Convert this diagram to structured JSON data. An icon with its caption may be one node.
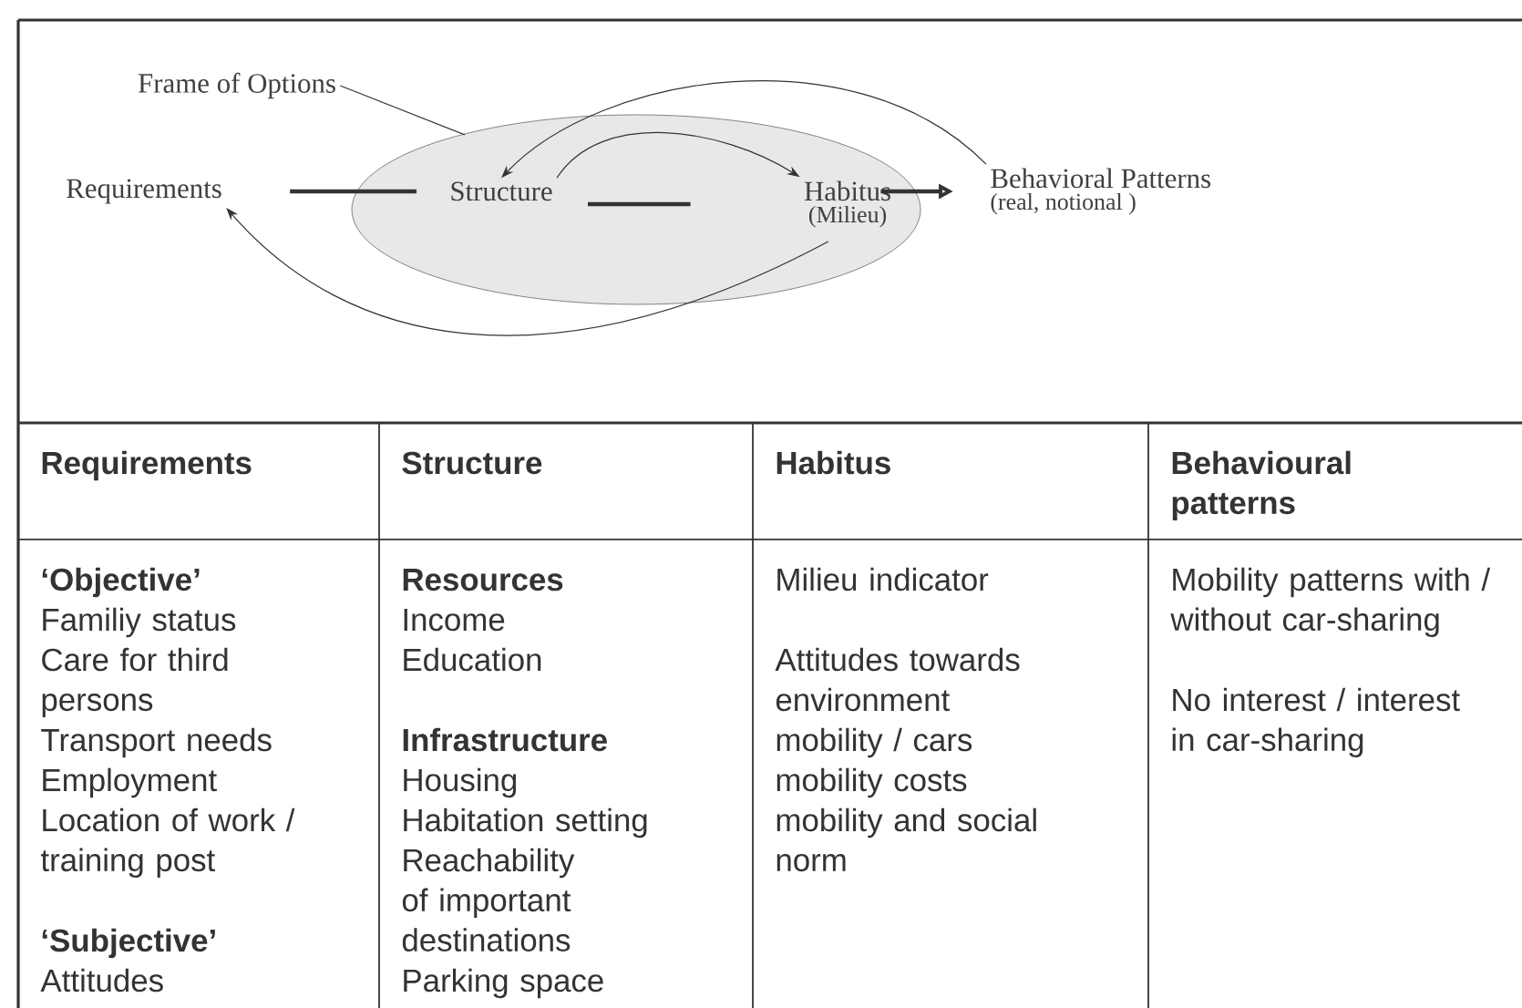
{
  "diagram": {
    "nodes": [
      {
        "text": [
          "Frame of Options"
        ]
      },
      {
        "text": [],
        "shape": "ellipse"
      },
      {
        "text": [
          "Requirements"
        ]
      },
      {
        "text": [
          "Structure"
        ],
        "in": 1
      },
      {
        "text": [
          "Habitus",
          "(Milieu)"
        ],
        "in": 1
      },
      {
        "text": [
          "Behavioral Patterns",
          "(real,  notional )"
        ]
      }
    ],
    "edges": [
      {
        "from": 0,
        "to": 1,
        "arrow": "none"
      },
      {
        "from": 2,
        "to": 3,
        "arrow": "none",
        "style": "thick"
      },
      {
        "from": 3,
        "to": 4,
        "arrow": "none",
        "style": "thick"
      },
      {
        "from": 4,
        "to": 5,
        "arrow": "to",
        "style": "thick"
      },
      {
        "from": 5,
        "to": 3,
        "arrow": "to"
      },
      {
        "from": 3,
        "to": 4,
        "arrow": "to"
      },
      {
        "from": 4,
        "to": 2,
        "arrow": "to"
      }
    ],
    "labels": [
      "Requirements",
      "Structure",
      "Habitus",
      "Behavioural patterns",
      "‘Objective’",
      "Familiy status",
      "Care for third persons",
      "Transport needs",
      "Employment",
      "Location of work / training post",
      "‘Subjective’",
      "Attitudes",
      "Resources",
      "Income",
      "Education",
      "Infrastructure",
      "Housing",
      "Habitation setting",
      "Reachability of important destinations",
      "Parking space",
      "Milieu indicator",
      "Attitudes towards",
      "environment",
      "mobility / cars",
      "mobility costs",
      "mobility and social norm",
      "Mobility patterns with / without car-sharing",
      "No interest / interest in car-sharing"
    ]
  }
}
